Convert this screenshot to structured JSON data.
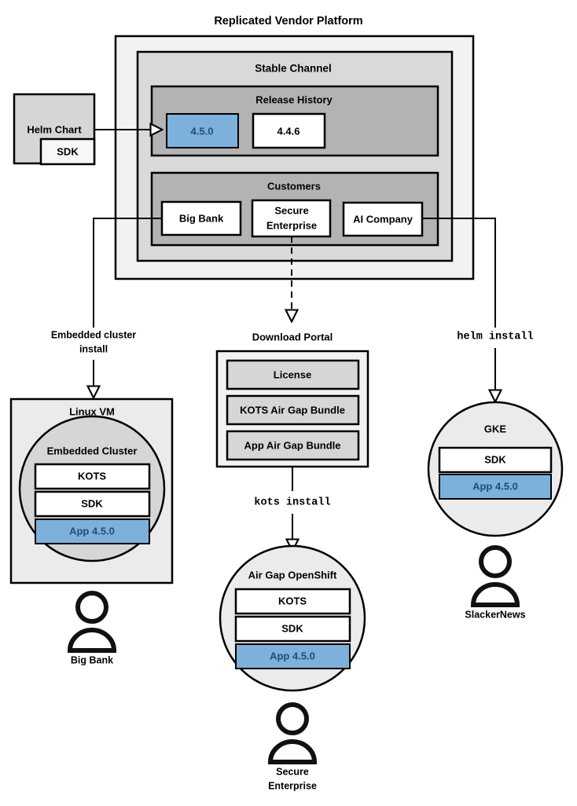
{
  "diagram": {
    "title": "Replicated Vendor Platform",
    "colors": {
      "accent_fill": "#7EB0DC",
      "accent_stroke": "#2E6DA4",
      "accent_text": "#1F4E79",
      "panel_outer": "#F2F2F2",
      "panel_channel": "#D9D9D9",
      "panel_inner": "#B3B3B3",
      "node_light": "#EBEBEB",
      "node_grey": "#D6D6D6",
      "node_white": "#FFFFFF",
      "stroke": "#000000"
    }
  },
  "platform": {
    "label": "Replicated Vendor Platform",
    "channel": {
      "label": "Stable Channel",
      "release_history": {
        "label": "Release History",
        "releases": [
          {
            "version": "4.5.0",
            "highlighted": true
          },
          {
            "version": "4.4.6",
            "highlighted": false
          }
        ]
      },
      "customers": {
        "label": "Customers",
        "items": [
          {
            "name": "Big Bank"
          },
          {
            "name": "Secure\nEnterprise",
            "line1": "Secure",
            "line2": "Enterprise"
          },
          {
            "name": "AI Company"
          }
        ]
      }
    }
  },
  "source": {
    "helm_chart": {
      "label": "Helm Chart",
      "sdk_label": "SDK"
    }
  },
  "edges": [
    {
      "name": "helm-chart-to-release",
      "label": "",
      "style": "solid"
    },
    {
      "name": "big-bank-to-embedded-install",
      "label": "Embedded cluster install",
      "line1": "Embedded cluster",
      "line2": "install",
      "style": "solid"
    },
    {
      "name": "secure-enterprise-to-download-portal",
      "label": "Download Portal",
      "style": "dashed"
    },
    {
      "name": "ai-company-to-helm-install",
      "label": "helm install",
      "style": "solid",
      "mono": true
    },
    {
      "name": "download-portal-to-airgap",
      "label": "kots install",
      "style": "solid",
      "mono": true
    }
  ],
  "targets": [
    {
      "id": "linux-vm",
      "label": "Linux VM",
      "inner_label": "Embedded Cluster",
      "components": [
        {
          "label": "KOTS",
          "highlighted": false
        },
        {
          "label": "SDK",
          "highlighted": false
        },
        {
          "label": "App 4.5.0",
          "highlighted": true
        }
      ],
      "actor": "Big Bank"
    },
    {
      "id": "air-gap-openshift",
      "label": "Air Gap OpenShift",
      "components": [
        {
          "label": "KOTS",
          "highlighted": false
        },
        {
          "label": "SDK",
          "highlighted": false
        },
        {
          "label": "App 4.5.0",
          "highlighted": true
        }
      ],
      "actor_line1": "Secure",
      "actor_line2": "Enterprise"
    },
    {
      "id": "gke",
      "label": "GKE",
      "components": [
        {
          "label": "SDK",
          "highlighted": false
        },
        {
          "label": "App 4.5.0",
          "highlighted": true
        }
      ],
      "actor": "SlackerNews"
    }
  ],
  "download_portal": {
    "label": "Download Portal",
    "items": [
      {
        "label": "License"
      },
      {
        "label": "KOTS Air Gap Bundle"
      },
      {
        "label": "App Air Gap Bundle"
      }
    ]
  }
}
